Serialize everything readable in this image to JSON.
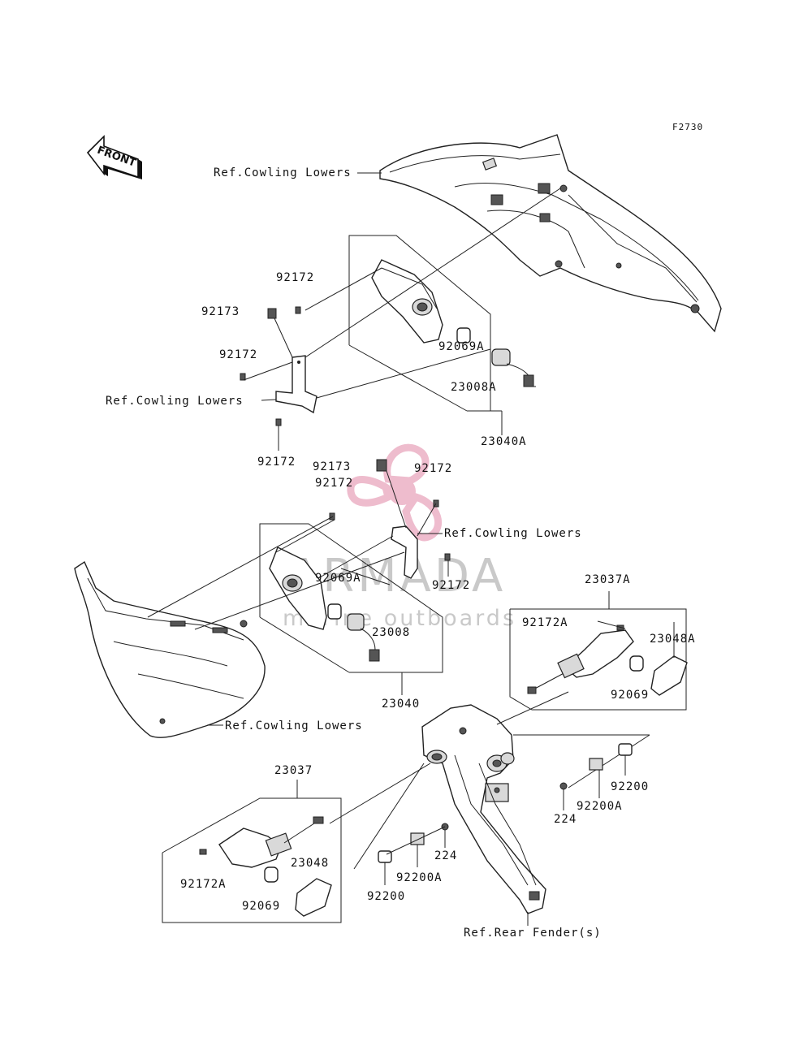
{
  "diagram": {
    "figure_code": "F2730",
    "front_arrow_label": "FRONT",
    "watermark": {
      "brand": "ARMADA",
      "tagline": "marine outboards"
    },
    "labels": {
      "ref_cowling_lowers_1": "Ref.Cowling Lowers",
      "ref_cowling_lowers_2": "Ref.Cowling Lowers",
      "ref_cowling_lowers_3": "Ref.Cowling Lowers",
      "ref_cowling_lowers_4": "Ref.Cowling Lowers",
      "ref_rear_fender": "Ref.Rear Fender(s)",
      "p92172_a": "92172",
      "p92173_a": "92173",
      "p92172_b": "92172",
      "p92172_c": "92172",
      "p92069A_a": "92069A",
      "p23008A": "23008A",
      "p23040A": "23040A",
      "p92173_b": "92173",
      "p92172_d": "92172",
      "p92172_e": "92172",
      "p92069A_b": "92069A",
      "p92172_f": "92172",
      "p23008": "23008",
      "p23040": "23040",
      "p23037A": "23037A",
      "p92172A_a": "92172A",
      "p23048A": "23048A",
      "p92069_a": "92069",
      "p23037": "23037",
      "p23048": "23048",
      "p92172A_b": "92172A",
      "p92069_b": "92069",
      "p92200_a": "92200",
      "p92200A_a": "92200A",
      "p224_a": "224",
      "p224_b": "224",
      "p92200A_b": "92200A",
      "p92200_b": "92200"
    }
  }
}
